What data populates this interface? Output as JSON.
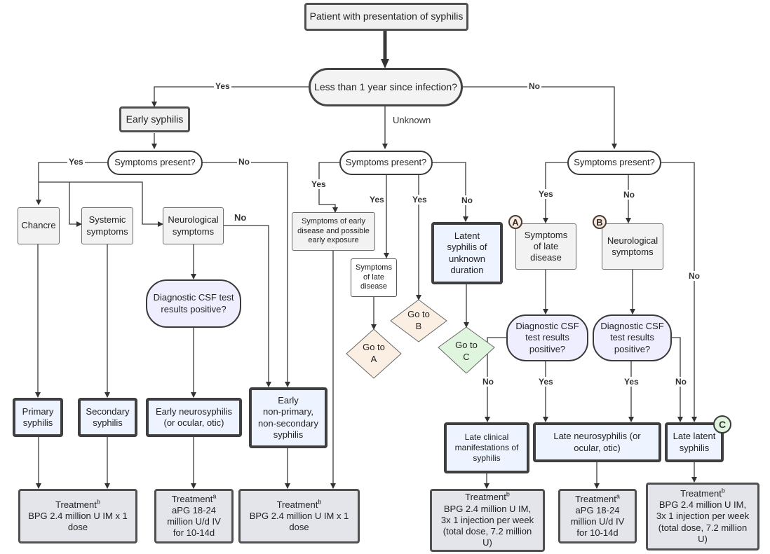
{
  "nodes": {
    "patient": "Patient with presentation of syphilis",
    "less_than_1yr": "Less than 1 year since infection?",
    "early_syphilis": "Early syphilis",
    "symptoms_left": "Symptoms present?",
    "symptoms_mid": "Symptoms present?",
    "symptoms_right": "Symptoms present?",
    "chancre": "Chancre",
    "systemic": "Systemic\nsymptoms",
    "neuro_left": "Neurological\nsymptoms",
    "csf_left": "Diagnostic CSF test\nresults positive?",
    "primary": "Primary\nsyphilis",
    "secondary": "Secondary\nsyphilis",
    "early_neuro": "Early neurosyphilis\n(or ocular, otic)",
    "early_nonprimary": "Early\nnon-primary,\nnon-secondary\nsyphilis",
    "early_exposure": "Symptoms of early\ndisease and possible\nearly exposure",
    "late_mid": "Symptoms\nof late\ndisease",
    "latent_unknown": "Latent\nsyphilis of\nunknown\nduration",
    "goto_a": "Go to\nA",
    "goto_b": "Go to\nB",
    "goto_c": "Go to\nC",
    "late_right": "Symptoms\nof late\ndisease",
    "neuro_right": "Neurological\nsymptoms",
    "csf_a": "Diagnostic CSF\ntest results\npositive?",
    "csf_b": "Diagnostic CSF\ntest results\npositive?",
    "late_clinical": "Late clinical\nmanifestations of\nsyphilis",
    "late_neuro": "Late neurosyphilis (or\nocular, otic)",
    "late_latent": "Late latent\nsyphilis"
  },
  "treatments": {
    "t1": {
      "title": "Treatment",
      "sup": "b",
      "body": "BPG 2.4 million U IM x 1\ndose"
    },
    "t2": {
      "title": "Treatment",
      "sup": "a",
      "body": "aPG 18-24\nmillion U/d IV\nfor 10-14d"
    },
    "t3": {
      "title": "Treatment",
      "sup": "b",
      "body": "BPG 2.4 million U IM x 1\ndose"
    },
    "t4": {
      "title": "Treatment",
      "sup": "b",
      "body": "BPG 2.4 million U IM,\n3x 1 injection per week\n(total dose, 7.2 million\nU)"
    },
    "t5": {
      "title": "Treatment",
      "sup": "a",
      "body": "aPG 18-24\nmillion U/d IV\nfor 10-14d"
    },
    "t6": {
      "title": "Treatment",
      "sup": "b",
      "body": "BPG 2.4 million U IM,\n3x 1 injection per week\n(total dose, 7.2 million\nU)"
    }
  },
  "labels": {
    "yes": "Yes",
    "no": "No",
    "unknown": "Unknown"
  },
  "markers": {
    "a": "A",
    "b": "B",
    "c": "C"
  },
  "colors": {
    "blue_fill": "#edf3ff",
    "csf_fill": "#eeeeff",
    "goto_ab_fill": "#fbeee3",
    "goto_c_fill": "#dff5dd",
    "treatment_fill": "#e3e5ea"
  }
}
